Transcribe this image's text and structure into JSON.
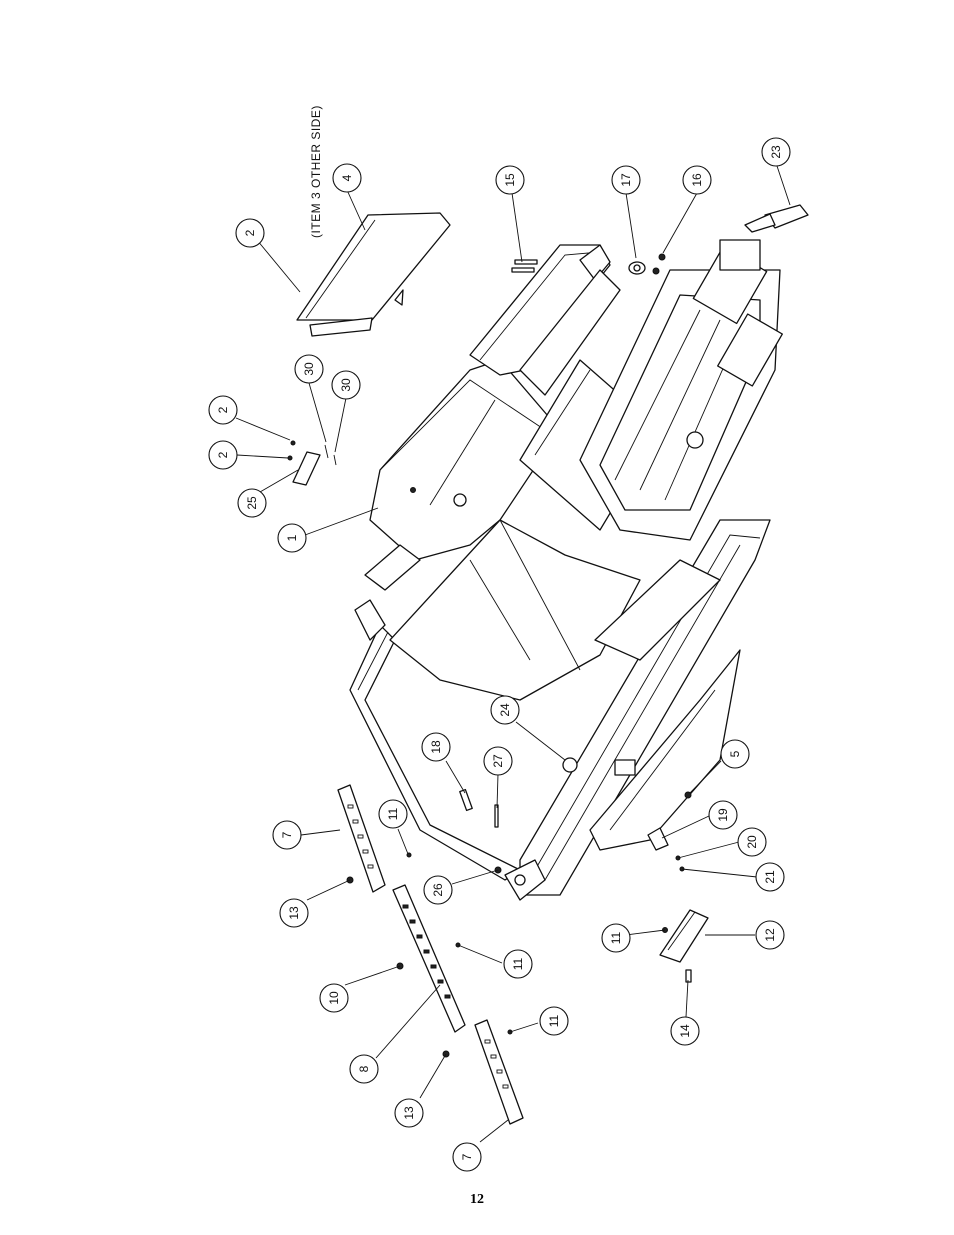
{
  "diagram": {
    "note": "(ITEM 3 OTHER SIDE)",
    "callouts": [
      {
        "id": "c-2a",
        "label": "2"
      },
      {
        "id": "c-4",
        "label": "4"
      },
      {
        "id": "c-15",
        "label": "15"
      },
      {
        "id": "c-17",
        "label": "17"
      },
      {
        "id": "c-16",
        "label": "16"
      },
      {
        "id": "c-23",
        "label": "23"
      },
      {
        "id": "c-30a",
        "label": "30"
      },
      {
        "id": "c-30b",
        "label": "30"
      },
      {
        "id": "c-2b",
        "label": "2"
      },
      {
        "id": "c-2c",
        "label": "2"
      },
      {
        "id": "c-25",
        "label": "25"
      },
      {
        "id": "c-1",
        "label": "1"
      },
      {
        "id": "c-24",
        "label": "24"
      },
      {
        "id": "c-18",
        "label": "18"
      },
      {
        "id": "c-27",
        "label": "27"
      },
      {
        "id": "c-5",
        "label": "5"
      },
      {
        "id": "c-7a",
        "label": "7"
      },
      {
        "id": "c-11a",
        "label": "11"
      },
      {
        "id": "c-19",
        "label": "19"
      },
      {
        "id": "c-20",
        "label": "20"
      },
      {
        "id": "c-21",
        "label": "21"
      },
      {
        "id": "c-13a",
        "label": "13"
      },
      {
        "id": "c-26",
        "label": "26"
      },
      {
        "id": "c-11b",
        "label": "11"
      },
      {
        "id": "c-12",
        "label": "12"
      },
      {
        "id": "c-11c",
        "label": "11"
      },
      {
        "id": "c-10",
        "label": "10"
      },
      {
        "id": "c-14",
        "label": "14"
      },
      {
        "id": "c-11d",
        "label": "11"
      },
      {
        "id": "c-8",
        "label": "8"
      },
      {
        "id": "c-13b",
        "label": "13"
      },
      {
        "id": "c-7b",
        "label": "7"
      }
    ]
  },
  "page": {
    "number": "12"
  }
}
